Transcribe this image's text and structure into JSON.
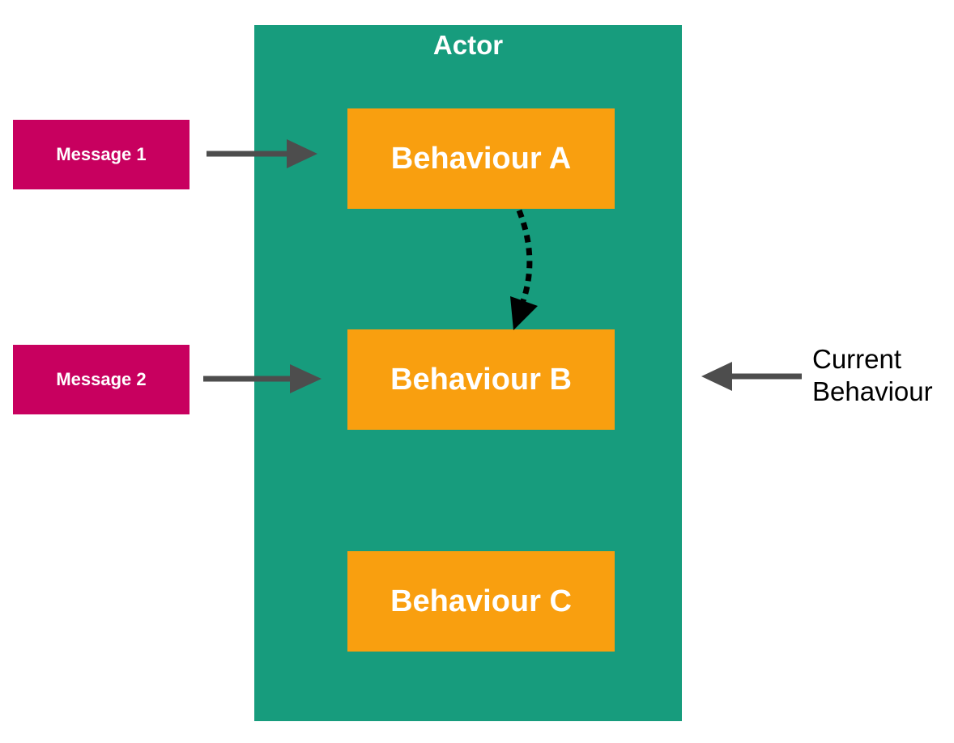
{
  "actor": {
    "title": "Actor"
  },
  "behaviours": [
    {
      "label": "Behaviour A"
    },
    {
      "label": "Behaviour B"
    },
    {
      "label": "Behaviour C"
    }
  ],
  "messages": [
    {
      "label": "Message 1"
    },
    {
      "label": "Message 2"
    }
  ],
  "current_behaviour": {
    "line1": "Current",
    "line2": "Behaviour"
  },
  "colors": {
    "actor": "#179c7d",
    "behaviour": "#f99f0f",
    "message": "#c8005f",
    "arrow": "#4d4d4d",
    "transition": "#000000"
  }
}
